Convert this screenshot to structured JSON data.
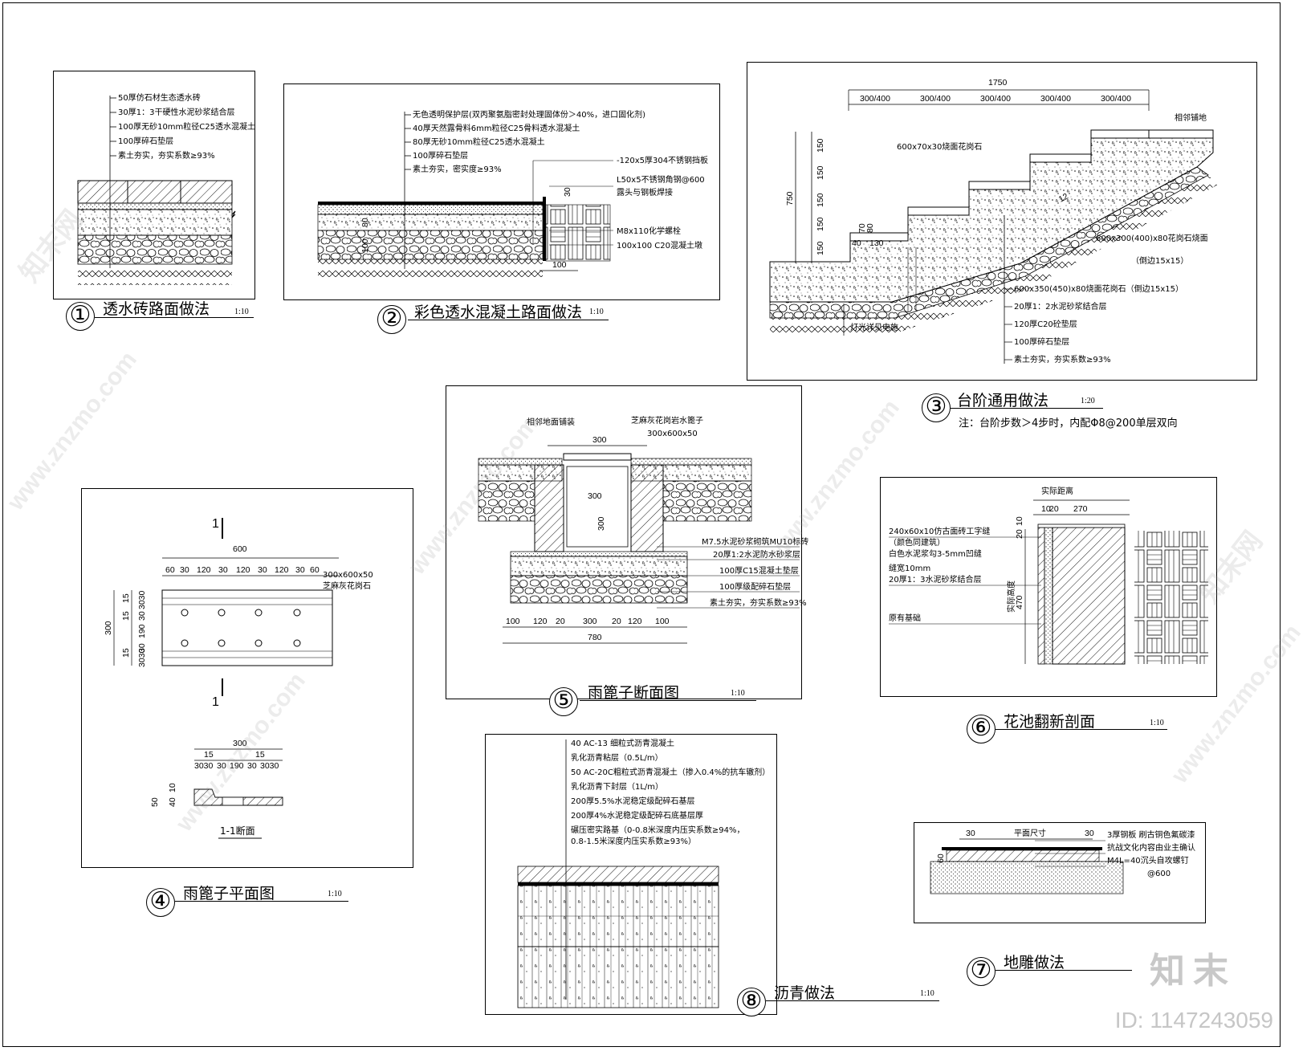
{
  "details": [
    {
      "number": "①",
      "title": "透水砖路面做法",
      "scale": "1:10",
      "layers": [
        "50厚仿石材生态透水砖",
        "30厚1：3干硬性水泥砂浆结合层",
        "100厚无砂10mm粒径C25透水混凝土",
        "100厚碎石垫层",
        "素土夯实，夯实系数≥93%"
      ]
    },
    {
      "number": "②",
      "title": "彩色透水混凝土路面做法",
      "scale": "1:10",
      "layers": [
        "无色透明保护层(双丙聚氨脂密封处理固体份＞40%，进口固化剂)",
        "40厚天然露骨料6mm粒径C25骨料透水混凝土",
        "80厚无砂10mm粒径C25透水混凝土",
        "100厚碎石垫层",
        "素土夯实，密实度≥93%"
      ],
      "side_notes": [
        "-120x5厚304不锈钢挡板",
        "L50x5不锈钢角钢@600",
        "露头与钢板焊接",
        "M8x110化学螺栓",
        "100x100 C20混凝土墩"
      ],
      "dims": [
        "30",
        "80",
        "100",
        "100"
      ]
    },
    {
      "number": "③",
      "title": "台阶通用做法",
      "scale": "1:20",
      "note": "注：台阶步数＞4步时，内配Φ8@200单层双向",
      "top_dims": [
        "1750",
        "300/400",
        "300/400",
        "300/400",
        "300/400",
        "300/400"
      ],
      "left_dims": [
        "750",
        "150",
        "150",
        "150",
        "150",
        "150"
      ],
      "labels": [
        "相邻铺地",
        "600x70x30烧面花岗石",
        "600x300(400)x80花岗石烧面",
        "（倒边15x15）",
        "600x350(450)x80烧面花岗石（倒边15x15）",
        "20厚1：2水泥砂浆结合层",
        "120厚C20砼垫层",
        "100厚碎石垫层",
        "素土夯实，夯实系数≥93%",
        "灯光详见电施",
        "70",
        "80",
        "40",
        "130",
        "12"
      ]
    },
    {
      "number": "④",
      "title": "雨篦子平面图",
      "scale": "1:10",
      "top_total": "600",
      "top_dims": [
        "60",
        "30",
        "120",
        "30",
        "120",
        "30",
        "120",
        "30",
        "60"
      ],
      "left_total": "300",
      "left_dims": [
        "15",
        "3030",
        "15",
        "30",
        "190",
        "30",
        "15",
        "3030"
      ],
      "label": "300x600x50",
      "label2": "芝麻灰花岗石",
      "section_mark": "1",
      "sec_total": "300",
      "sec_dims": [
        "15",
        "15",
        "3030",
        "30",
        "190",
        "30",
        "3030"
      ],
      "sec_height": [
        "50",
        "40",
        "10"
      ],
      "sec_title": "1-1断面"
    },
    {
      "number": "⑤",
      "title": "雨篦子断面图",
      "scale": "1:10",
      "labels": [
        "相邻地面铺装",
        "芝麻灰花岗岩水篦子",
        "300x600x50",
        "M7.5水泥砂浆砌筑MU10标砖",
        "20厚1:2水泥防水砂浆层",
        "100厚C15混凝土垫层",
        "100厚级配碎石垫层",
        "素土夯实，夯实系数≥93%"
      ],
      "dims_top": [
        "300"
      ],
      "dims_in": [
        "300",
        "300"
      ],
      "dims_bottom": [
        "100",
        "120",
        "20",
        "300",
        "20",
        "120",
        "100"
      ],
      "dim_total": "780"
    },
    {
      "number": "⑥",
      "title": "花池翻新剖面",
      "scale": "1:10",
      "labels": [
        "240x60x10仿古面砖工字缝",
        "（颜色同建筑）",
        "白色水泥浆勾3-5mm凹缝",
        "缝宽10mm",
        "20厚1：3水泥砂浆结合层",
        "原有基础",
        "实际距离",
        "实际高度"
      ],
      "dims": [
        "10",
        "20",
        "270",
        "20",
        "10",
        "470"
      ]
    },
    {
      "number": "⑦",
      "title": "地雕做法",
      "scale": "",
      "labels": [
        "3厚钢板 刷古铜色氟碳漆",
        "抗战文化内容由业主确认",
        "M4L=40沉头自攻螺钉",
        "@600",
        "平面尺寸"
      ],
      "dims": [
        "30",
        "30",
        "60"
      ]
    },
    {
      "number": "⑧",
      "title": "沥青做法",
      "scale": "1:10",
      "layers": [
        "40 AC-13 细粒式沥青混凝土",
        "乳化沥青粘层（0.5L/m）",
        "50 AC-20C粗粒式沥青混凝土（掺入0.4%的抗车辙剂）",
        "乳化沥青下封层（1L/m）",
        "200厚5.5%水泥稳定级配碎石基层",
        "200厚4%水泥稳定级配碎石底基层厚",
        "碾压密实路基（0-0.8米深度内压实系数≥94%，",
        "0.8-1.5米深度内压实系数≥93%）"
      ]
    }
  ],
  "watermark": "www.znzmo.com",
  "watermark2": "知末网",
  "logo": "知末",
  "id_label": "ID: 1147243059",
  "colors": {
    "line": "#000000",
    "watermark": "#969696",
    "logo": "#c8c8c8"
  }
}
